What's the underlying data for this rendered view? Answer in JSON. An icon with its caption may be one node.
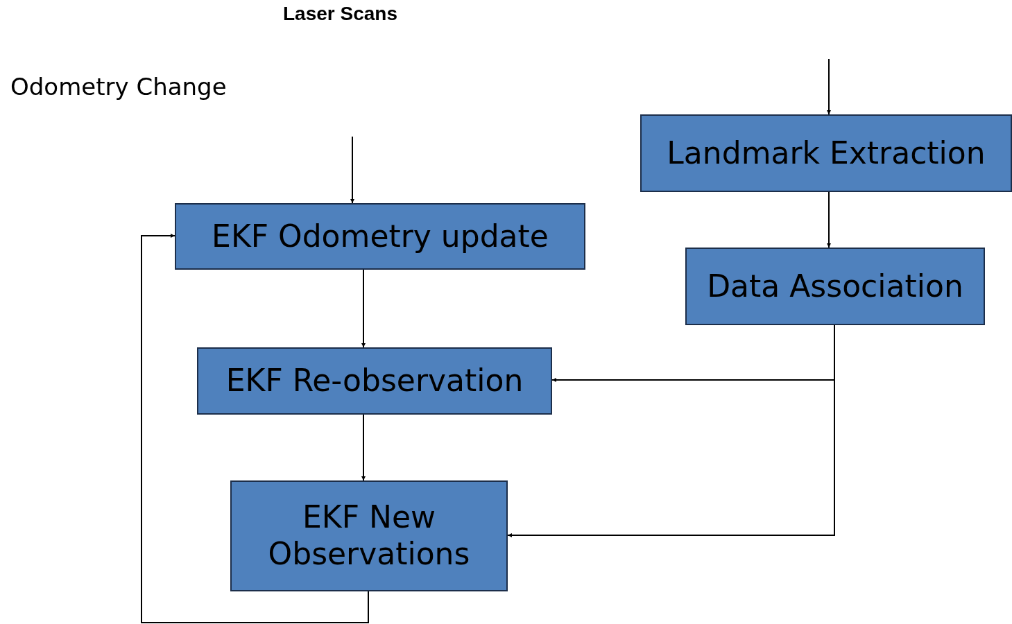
{
  "diagram": {
    "nodes": [
      {
        "text": [
          "Landmark Extraction"
        ]
      },
      {
        "text": [
          "EKF Odometry update"
        ]
      },
      {
        "text": [
          "Data Association"
        ]
      },
      {
        "text": [
          "EKF Re-observation"
        ]
      },
      {
        "text": [
          "EKF New Observations"
        ]
      }
    ],
    "edges": [
      {
        "from": null,
        "to": 0,
        "arrow": "to"
      },
      {
        "from": null,
        "to": 1,
        "arrow": "to"
      },
      {
        "from": 0,
        "to": 2,
        "arrow": "to"
      },
      {
        "from": 1,
        "to": 3,
        "arrow": "to"
      },
      {
        "from": 2,
        "to": 3,
        "arrow": "to"
      },
      {
        "from": 2,
        "to": 4,
        "arrow": "to"
      },
      {
        "from": 3,
        "to": 4,
        "arrow": "to"
      },
      {
        "from": 4,
        "to": 1,
        "arrow": "to"
      }
    ],
    "labels": [
      "Laser Scans",
      "Odometry Change"
    ]
  }
}
